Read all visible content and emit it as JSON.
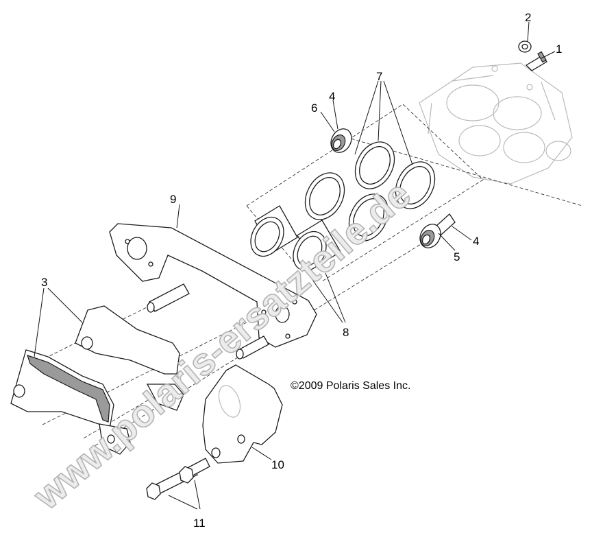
{
  "copyright": "©2009 Polaris Sales Inc.",
  "watermark": "www.polaris-ersatzteile.de",
  "callouts": {
    "c1": "1",
    "c2": "2",
    "c3": "3",
    "c4a": "4",
    "c4b": "4",
    "c5": "5",
    "c6": "6",
    "c7": "7",
    "c8": "8",
    "c9": "9",
    "c10": "10",
    "c11": "11"
  },
  "colors": {
    "line": "#1a1a1a",
    "ghost": "#b9b9b9",
    "watermark": "#b3b3b3"
  }
}
